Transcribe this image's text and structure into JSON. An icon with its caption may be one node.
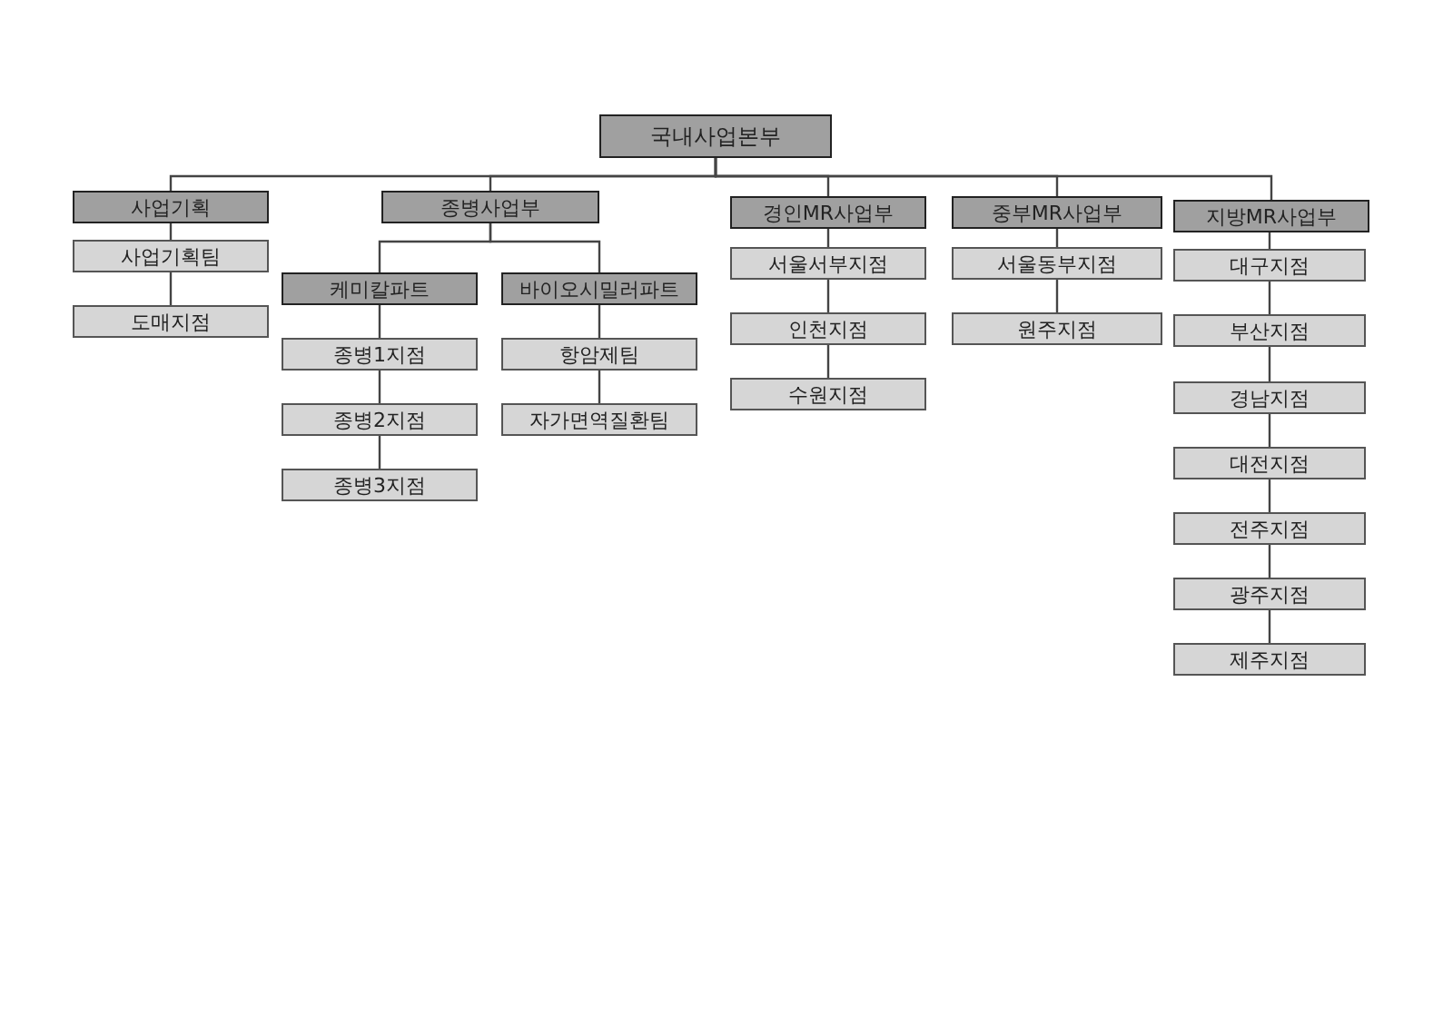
{
  "diagram": {
    "nodes": [
      {
        "text": [
          "국내사업본부"
        ]
      },
      {
        "text": [
          "사업기획"
        ]
      },
      {
        "text": [
          "사업기획팀"
        ]
      },
      {
        "text": [
          "도매지점"
        ]
      },
      {
        "text": [
          "종병사업부"
        ]
      },
      {
        "text": [
          "케미칼파트"
        ]
      },
      {
        "text": [
          "종병1지점"
        ]
      },
      {
        "text": [
          "종병2지점"
        ]
      },
      {
        "text": [
          "종병3지점"
        ]
      },
      {
        "text": [
          "바이오시밀러파트"
        ]
      },
      {
        "text": [
          "항암제팀"
        ]
      },
      {
        "text": [
          "자가면역질환팀"
        ]
      },
      {
        "text": [
          "경인MR사업부"
        ]
      },
      {
        "text": [
          "서울서부지점"
        ]
      },
      {
        "text": [
          "인천지점"
        ]
      },
      {
        "text": [
          "수원지점"
        ]
      },
      {
        "text": [
          "중부MR사업부"
        ]
      },
      {
        "text": [
          "서울동부지점"
        ]
      },
      {
        "text": [
          "원주지점"
        ]
      },
      {
        "text": [
          "지방MR사업부"
        ]
      },
      {
        "text": [
          "대구지점"
        ]
      },
      {
        "text": [
          "부산지점"
        ]
      },
      {
        "text": [
          "경남지점"
        ]
      },
      {
        "text": [
          "대전지점"
        ]
      },
      {
        "text": [
          "전주지점"
        ]
      },
      {
        "text": [
          "광주지점"
        ]
      },
      {
        "text": [
          "제주지점"
        ]
      }
    ],
    "edges": [
      {
        "from": 0,
        "to": 1,
        "arrow": "none"
      },
      {
        "from": 0,
        "to": 4,
        "arrow": "none"
      },
      {
        "from": 0,
        "to": 12,
        "arrow": "none"
      },
      {
        "from": 0,
        "to": 16,
        "arrow": "none"
      },
      {
        "from": 0,
        "to": 19,
        "arrow": "none"
      },
      {
        "from": 1,
        "to": 2,
        "arrow": "none"
      },
      {
        "from": 2,
        "to": 3,
        "arrow": "none"
      },
      {
        "from": 4,
        "to": 5,
        "arrow": "none"
      },
      {
        "from": 4,
        "to": 9,
        "arrow": "none"
      },
      {
        "from": 5,
        "to": 6,
        "arrow": "none"
      },
      {
        "from": 6,
        "to": 7,
        "arrow": "none"
      },
      {
        "from": 7,
        "to": 8,
        "arrow": "none"
      },
      {
        "from": 9,
        "to": 10,
        "arrow": "none"
      },
      {
        "from": 10,
        "to": 11,
        "arrow": "none"
      },
      {
        "from": 12,
        "to": 13,
        "arrow": "none"
      },
      {
        "from": 13,
        "to": 14,
        "arrow": "none"
      },
      {
        "from": 14,
        "to": 15,
        "arrow": "none"
      },
      {
        "from": 16,
        "to": 17,
        "arrow": "none"
      },
      {
        "from": 17,
        "to": 18,
        "arrow": "none"
      },
      {
        "from": 19,
        "to": 20,
        "arrow": "none"
      },
      {
        "from": 20,
        "to": 21,
        "arrow": "none"
      },
      {
        "from": 21,
        "to": 22,
        "arrow": "none"
      },
      {
        "from": 22,
        "to": 23,
        "arrow": "none"
      },
      {
        "from": 23,
        "to": 24,
        "arrow": "none"
      },
      {
        "from": 24,
        "to": 25,
        "arrow": "none"
      },
      {
        "from": 25,
        "to": 26,
        "arrow": "none"
      }
    ]
  }
}
